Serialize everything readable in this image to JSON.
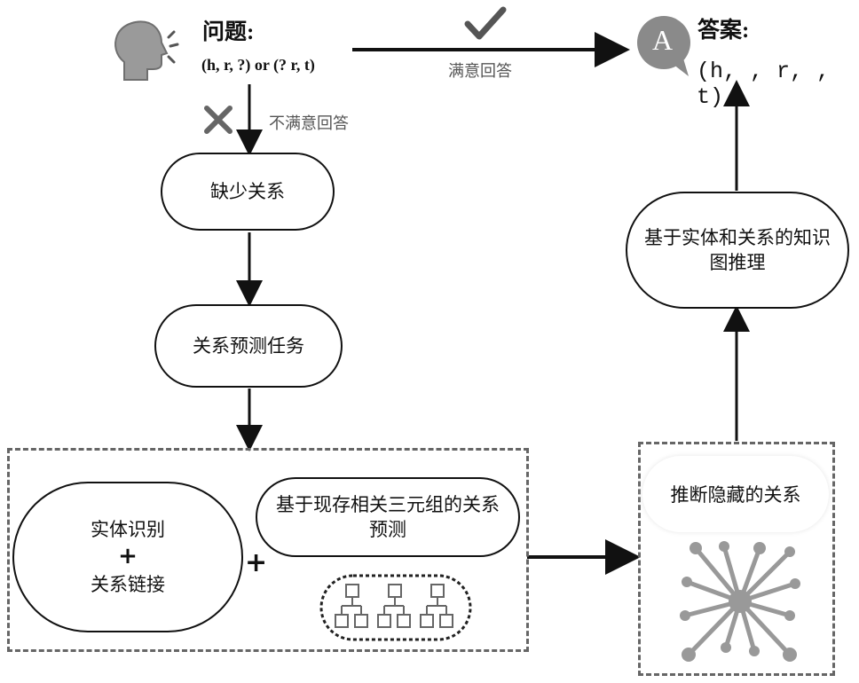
{
  "question": {
    "title": "问题:",
    "formula": "(h, r, ?) or (? r, t)"
  },
  "answer": {
    "badge": "A",
    "title": "答案:",
    "formula": "(h, , r, , t)"
  },
  "edges": {
    "satisfied": "满意回答",
    "unsatisfied": "不满意回答"
  },
  "nodes": {
    "missing_relation": "缺少关系",
    "relation_prediction_task": "关系预测任务",
    "entity_recognition": "实体识别",
    "relation_linking": "关系链接",
    "triple_based_prediction_line1": "基于现存相关三元组的关系",
    "triple_based_prediction_line2": "预测",
    "infer_hidden_relation": "推断隐藏的关系",
    "kg_reasoning_line1": "基于实体和关系的知识",
    "kg_reasoning_line2": "图推理"
  },
  "symbols": {
    "plus": "+"
  },
  "icons": {
    "question": "speaking-head-icon",
    "check": "check-icon",
    "cross": "cross-icon",
    "answer": "answer-bubble-icon",
    "tree": "hierarchy-icon",
    "network": "network-icon"
  },
  "colors": {
    "line": "#111111",
    "dashed_border": "#666666",
    "icon_gray": "#8a8a8a"
  }
}
